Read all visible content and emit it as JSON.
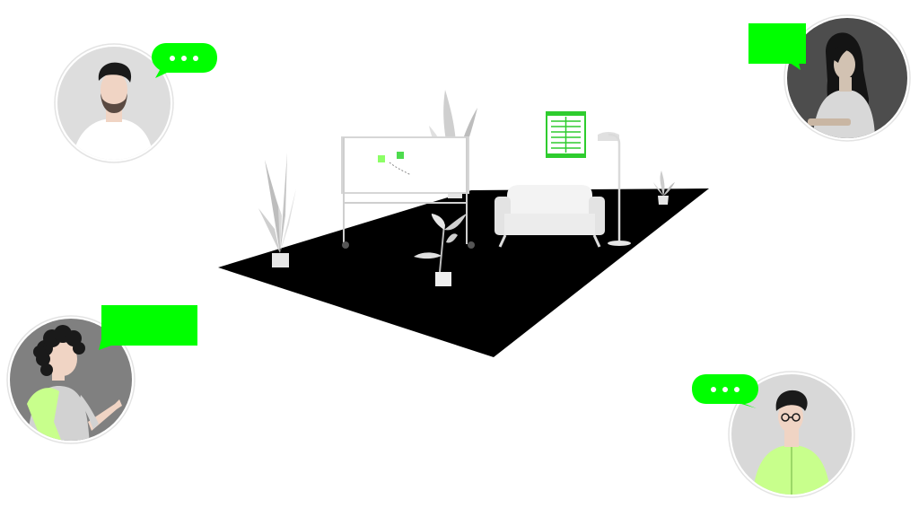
{
  "colors": {
    "accent": "#00ff00",
    "floor": "#000000",
    "furniture": "#e6e6e6",
    "avatar_bg_light": "#dddddd",
    "avatar_bg_dark": "#4d4d4d",
    "avatar_bg_mid": "#808080",
    "skin": "#f0d4c4",
    "hair": "#1a1a1a",
    "lime": "#c8ff8c"
  },
  "participants": [
    {
      "id": "man-beard",
      "bubble": "typing",
      "icon": "user-avatar"
    },
    {
      "id": "woman-long-hair",
      "bubble": "message",
      "icon": "user-avatar"
    },
    {
      "id": "person-curly-hair",
      "bubble": "message",
      "icon": "user-avatar"
    },
    {
      "id": "man-glasses",
      "bubble": "typing",
      "icon": "user-avatar"
    }
  ],
  "room": {
    "items": [
      "rug",
      "whiteboard",
      "sticky-notes",
      "sofa",
      "floor-lamp",
      "window",
      "plant",
      "plant",
      "plant",
      "plant"
    ]
  }
}
